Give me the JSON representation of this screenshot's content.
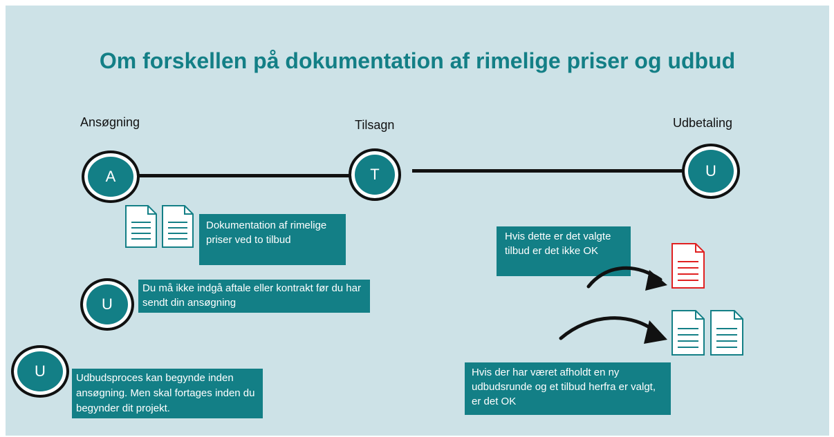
{
  "title": "Om forskellen på dokumentation af rimelige priser og udbud",
  "stages": [
    {
      "label": "Ansøgning",
      "letter": "A"
    },
    {
      "label": "Tilsagn",
      "letter": "T"
    },
    {
      "label": "Udbetaling",
      "letter": "U"
    }
  ],
  "notes": {
    "documentation": "Dokumentation af rimelige priser ved to tilbud",
    "no_contract": "Du må ikke indgå aftale eller kontrakt før du har sendt din ansøgning",
    "tender_process": "Udbudsproces kan begynde inden ansøgning. Men skal fortages inden du begynder dit projekt.",
    "not_ok": "Hvis dette er det valgte tilbud er det ikke OK",
    "ok": "Hvis der har været afholdt en ny udbudsrunde og et tilbud herfra er valgt, er det OK"
  },
  "markers": {
    "u1": "U",
    "u2": "U"
  },
  "colors": {
    "teal": "#137f86",
    "background": "#cde2e7",
    "red": "#e02020",
    "line": "#111111"
  }
}
